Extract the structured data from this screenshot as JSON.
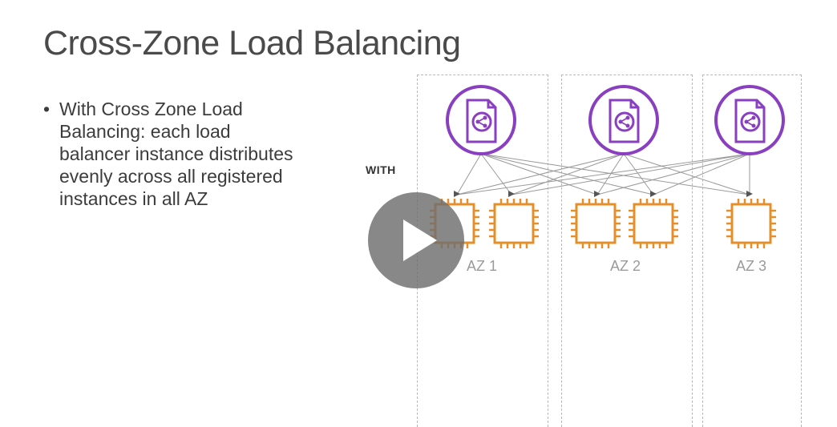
{
  "slide": {
    "title": "Cross-Zone Load Balancing",
    "bullet": "With Cross Zone Load Balancing: each load balancer instance distributes evenly across all registered instances in all AZ",
    "bullet_marker": "•"
  },
  "diagram": {
    "mode_label": "WITH",
    "zones": [
      {
        "label": "AZ 1",
        "load_balancers": 1,
        "instances": 2
      },
      {
        "label": "AZ 2",
        "load_balancers": 1,
        "instances": 2
      },
      {
        "label": "AZ 3",
        "load_balancers": 1,
        "instances": 1
      }
    ],
    "load_balancer_icon": "elastic-load-balancer-icon",
    "instance_icon": "ec2-instance-chip-icon",
    "colors": {
      "load_balancer": "#8a3fc1",
      "instance": "#e58f2a",
      "connection": "#9a9a9a",
      "zone_border": "#b8b8b8"
    }
  },
  "player": {
    "control_icon": "play-icon"
  }
}
